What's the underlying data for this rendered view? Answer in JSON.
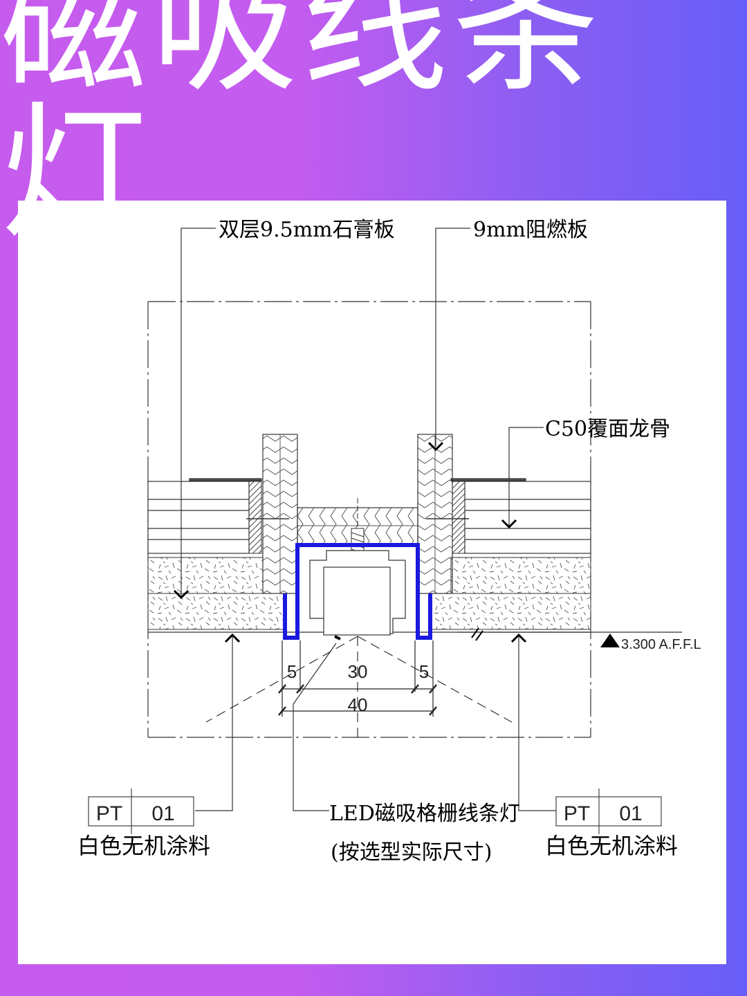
{
  "title": "磁吸线条灯",
  "colors": {
    "accent_blue": "#1a1adf",
    "gradient_start": "#c65cee",
    "gradient_end": "#675ef7"
  },
  "labels": {
    "gypsum": "双层9.5mm石膏板",
    "fireboard": "9mm阻燃板",
    "keel": "C50覆面龙骨",
    "level": "3.300 A.F.F.L",
    "light_name": "LED磁吸格栅线条灯",
    "light_note": "(按选型实际尺寸)",
    "finish_left": "白色无机涂料",
    "finish_right": "白色无机涂料"
  },
  "tags": {
    "left": {
      "code": "PT",
      "num": "01"
    },
    "right": {
      "code": "PT",
      "num": "01"
    }
  },
  "dimensions": {
    "d1": "5",
    "d2": "30",
    "d3": "5",
    "total": "40"
  }
}
